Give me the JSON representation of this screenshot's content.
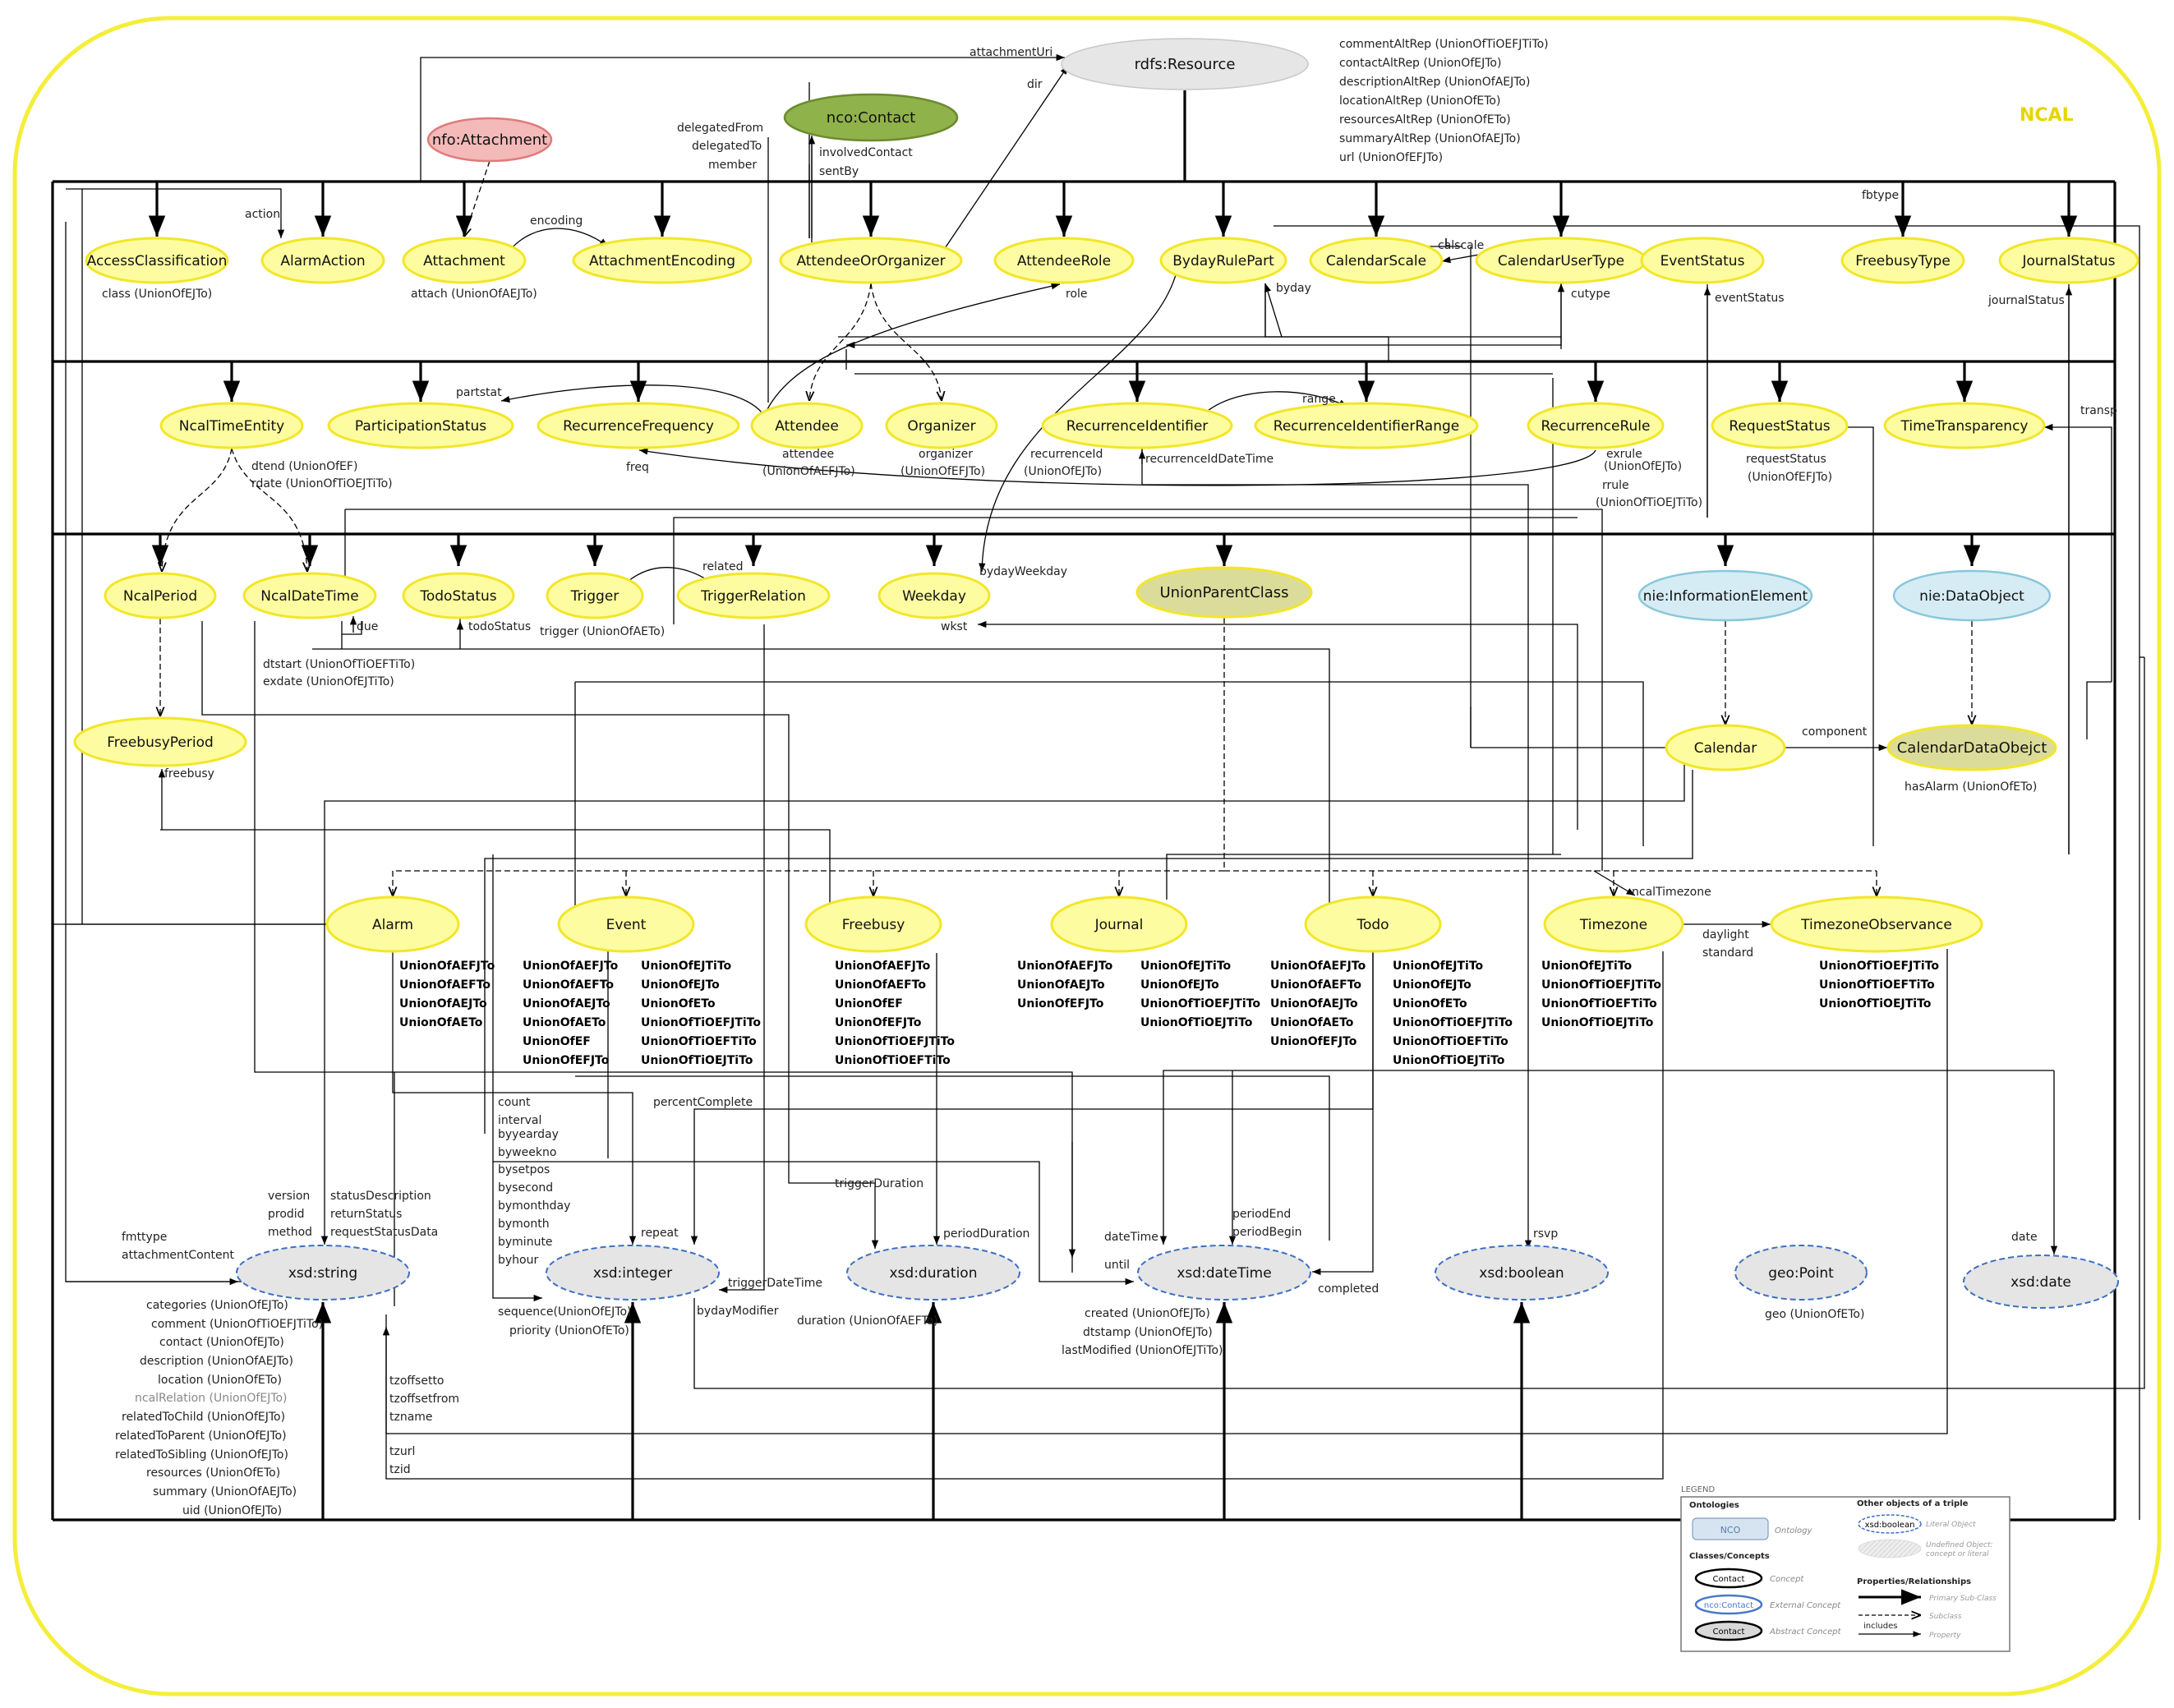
{
  "title": "NCAL",
  "nodes": [
    {
      "id": "rdfs_resource",
      "label": "rdfs:Resource",
      "kind": "undefined"
    },
    {
      "id": "nco_contact",
      "label": "nco:Contact",
      "kind": "external-green"
    },
    {
      "id": "nfo_attachment",
      "label": "nfo:Attachment",
      "kind": "external-red"
    },
    {
      "id": "access_classification",
      "label": "AccessClassification",
      "kind": "concept"
    },
    {
      "id": "alarm_action",
      "label": "AlarmAction",
      "kind": "concept"
    },
    {
      "id": "attachment",
      "label": "Attachment",
      "kind": "concept"
    },
    {
      "id": "attachment_encoding",
      "label": "AttachmentEncoding",
      "kind": "concept"
    },
    {
      "id": "attendee_or_organizer",
      "label": "AttendeeOrOrganizer",
      "kind": "concept"
    },
    {
      "id": "attendee_role",
      "label": "AttendeeRole",
      "kind": "concept"
    },
    {
      "id": "byday_rule_part",
      "label": "BydayRulePart",
      "kind": "concept"
    },
    {
      "id": "calendar_scale",
      "label": "CalendarScale",
      "kind": "concept"
    },
    {
      "id": "calendar_user_type",
      "label": "CalendarUserType",
      "kind": "concept"
    },
    {
      "id": "event_status",
      "label": "EventStatus",
      "kind": "concept"
    },
    {
      "id": "freebusy_type",
      "label": "FreebusyType",
      "kind": "concept"
    },
    {
      "id": "journal_status",
      "label": "JournalStatus",
      "kind": "concept"
    },
    {
      "id": "ncal_time_entity",
      "label": "NcalTimeEntity",
      "kind": "concept"
    },
    {
      "id": "participation_status",
      "label": "ParticipationStatus",
      "kind": "concept"
    },
    {
      "id": "recurrence_frequency",
      "label": "RecurrenceFrequency",
      "kind": "concept"
    },
    {
      "id": "attendee",
      "label": "Attendee",
      "kind": "concept"
    },
    {
      "id": "organizer",
      "label": "Organizer",
      "kind": "concept"
    },
    {
      "id": "recurrence_identifier",
      "label": "RecurrenceIdentifier",
      "kind": "concept"
    },
    {
      "id": "recurrence_identifier_range",
      "label": "RecurrenceIdentifierRange",
      "kind": "concept"
    },
    {
      "id": "recurrence_rule",
      "label": "RecurrenceRule",
      "kind": "concept"
    },
    {
      "id": "request_status",
      "label": "RequestStatus",
      "kind": "concept"
    },
    {
      "id": "time_transparency",
      "label": "TimeTransparency",
      "kind": "concept"
    },
    {
      "id": "ncal_period",
      "label": "NcalPeriod",
      "kind": "concept"
    },
    {
      "id": "ncal_date_time",
      "label": "NcalDateTime",
      "kind": "concept"
    },
    {
      "id": "todo_status",
      "label": "TodoStatus",
      "kind": "concept"
    },
    {
      "id": "trigger",
      "label": "Trigger",
      "kind": "concept"
    },
    {
      "id": "trigger_relation",
      "label": "TriggerRelation",
      "kind": "concept"
    },
    {
      "id": "weekday",
      "label": "Weekday",
      "kind": "concept"
    },
    {
      "id": "union_parent_class",
      "label": "UnionParentClass",
      "kind": "abstract"
    },
    {
      "id": "nie_information_element",
      "label": "nie:InformationElement",
      "kind": "external-blue"
    },
    {
      "id": "nie_data_object",
      "label": "nie:DataObject",
      "kind": "external-blue"
    },
    {
      "id": "freebusy_period",
      "label": "FreebusyPeriod",
      "kind": "concept"
    },
    {
      "id": "calendar",
      "label": "Calendar",
      "kind": "concept"
    },
    {
      "id": "calendar_data_object",
      "label": "CalendarDataObejct",
      "kind": "abstract"
    },
    {
      "id": "alarm",
      "label": "Alarm",
      "kind": "concept"
    },
    {
      "id": "event",
      "label": "Event",
      "kind": "concept"
    },
    {
      "id": "freebusy",
      "label": "Freebusy",
      "kind": "concept"
    },
    {
      "id": "journal",
      "label": "Journal",
      "kind": "concept"
    },
    {
      "id": "todo",
      "label": "Todo",
      "kind": "concept"
    },
    {
      "id": "timezone",
      "label": "Timezone",
      "kind": "concept"
    },
    {
      "id": "timezone_observance",
      "label": "TimezoneObservance",
      "kind": "concept"
    },
    {
      "id": "xsd_string",
      "label": "xsd:string",
      "kind": "literal"
    },
    {
      "id": "xsd_integer",
      "label": "xsd:integer",
      "kind": "literal"
    },
    {
      "id": "xsd_duration",
      "label": "xsd:duration",
      "kind": "literal"
    },
    {
      "id": "xsd_datetime",
      "label": "xsd:dateTime",
      "kind": "literal"
    },
    {
      "id": "xsd_boolean",
      "label": "xsd:boolean",
      "kind": "literal"
    },
    {
      "id": "geo_point",
      "label": "geo:Point",
      "kind": "literal"
    },
    {
      "id": "xsd_date",
      "label": "xsd:date",
      "kind": "literal"
    }
  ],
  "labels": [
    {
      "id": "l_commentAltRep",
      "text": "commentAltRep  (UnionOfTiOEFJTiTo)"
    },
    {
      "id": "l_contactAltRep",
      "text": "contactAltRep   (UnionOfEJTo)"
    },
    {
      "id": "l_descriptionAltRep",
      "text": "descriptionAltRep  (UnionOfAEJTo)"
    },
    {
      "id": "l_locationAltRep",
      "text": "locationAltRep  (UnionOfETo)"
    },
    {
      "id": "l_resourcesAltRep",
      "text": "resourcesAltRep  (UnionOfETo)"
    },
    {
      "id": "l_summaryAltRep",
      "text": "summaryAltRep  (UnionOfAEJTo)"
    },
    {
      "id": "l_url",
      "text": "url  (UnionOfEFJTo)"
    },
    {
      "id": "l_attachmentUri",
      "text": "attachmentUri"
    },
    {
      "id": "l_dir",
      "text": "dir"
    },
    {
      "id": "l_delegatedFrom",
      "text": "delegatedFrom"
    },
    {
      "id": "l_delegatedTo",
      "text": "delegatedTo"
    },
    {
      "id": "l_member",
      "text": "member"
    },
    {
      "id": "l_involvedContact",
      "text": "involvedContact"
    },
    {
      "id": "l_sentBy",
      "text": "sentBy"
    },
    {
      "id": "l_action",
      "text": "action"
    },
    {
      "id": "l_encoding",
      "text": "encoding"
    },
    {
      "id": "l_fbtype",
      "text": "fbtype"
    },
    {
      "id": "l_calscale",
      "text": "calscale"
    },
    {
      "id": "l_class",
      "text": "class  (UnionOfEJTo)"
    },
    {
      "id": "l_attach",
      "text": "attach (UnionOfAEJTo)"
    },
    {
      "id": "l_role",
      "text": "role"
    },
    {
      "id": "l_byday",
      "text": "byday"
    },
    {
      "id": "l_cutype",
      "text": "cutype"
    },
    {
      "id": "l_eventStatus",
      "text": "eventStatus"
    },
    {
      "id": "l_journalStatus",
      "text": "journalStatus"
    },
    {
      "id": "l_partstat",
      "text": "partstat"
    },
    {
      "id": "l_range",
      "text": "range"
    },
    {
      "id": "l_transp",
      "text": "transp"
    },
    {
      "id": "l_dtend",
      "text": "dtend  (UnionOfEF)"
    },
    {
      "id": "l_rdate",
      "text": "rdate  (UnionOfTiOEJTiTo)"
    },
    {
      "id": "l_freq",
      "text": "freq"
    },
    {
      "id": "l_attendee",
      "text": "attendee"
    },
    {
      "id": "l_attendee_u",
      "text": "(UnionOfAEFJTo)"
    },
    {
      "id": "l_organizer",
      "text": "organizer"
    },
    {
      "id": "l_organizer_u",
      "text": "(UnionOfEFJTo)"
    },
    {
      "id": "l_recurrenceId",
      "text": "recurrenceId"
    },
    {
      "id": "l_recurrenceId_u",
      "text": "(UnionOfEJTo)"
    },
    {
      "id": "l_recurrenceIdDateTime",
      "text": "recurrenceIdDateTime"
    },
    {
      "id": "l_exrule",
      "text": "exrule"
    },
    {
      "id": "l_exrule_u",
      "text": "(UnionOfEJTo)"
    },
    {
      "id": "l_rrule",
      "text": "rrule"
    },
    {
      "id": "l_rrule_u",
      "text": "(UnionOfTiOEJTiTo)"
    },
    {
      "id": "l_requestStatus",
      "text": "requestStatus"
    },
    {
      "id": "l_requestStatus_u",
      "text": "(UnionOfEFJTo)"
    },
    {
      "id": "l_related",
      "text": "related"
    },
    {
      "id": "l_bydayWeekday",
      "text": "bydayWeekday"
    },
    {
      "id": "l_due",
      "text": "due"
    },
    {
      "id": "l_todoStatus",
      "text": "todoStatus"
    },
    {
      "id": "l_trigger",
      "text": "trigger  (UnionOfAETo)"
    },
    {
      "id": "l_wkst",
      "text": "wkst"
    },
    {
      "id": "l_dtstart",
      "text": "dtstart  (UnionOfTiOEFTiTo)"
    },
    {
      "id": "l_exdate",
      "text": "exdate  (UnionOfEJTiTo)"
    },
    {
      "id": "l_freebusy",
      "text": "freebusy"
    },
    {
      "id": "l_component",
      "text": "component"
    },
    {
      "id": "l_hasAlarm",
      "text": "hasAlarm  (UnionOfETo)"
    },
    {
      "id": "l_ncalTimezone",
      "text": "ncalTimezone"
    },
    {
      "id": "l_daylight",
      "text": "daylight"
    },
    {
      "id": "l_standard",
      "text": "standard"
    },
    {
      "id": "l_percentComplete",
      "text": "percentComplete"
    },
    {
      "id": "l_count",
      "text": "count"
    },
    {
      "id": "l_interval",
      "text": "interval"
    },
    {
      "id": "l_byyearday",
      "text": "byyearday"
    },
    {
      "id": "l_byweekno",
      "text": "byweekno"
    },
    {
      "id": "l_bysetpos",
      "text": "bysetpos"
    },
    {
      "id": "l_bysecond",
      "text": "bysecond"
    },
    {
      "id": "l_bymonthday",
      "text": "bymonthday"
    },
    {
      "id": "l_bymonth",
      "text": "bymonth"
    },
    {
      "id": "l_byminute",
      "text": "byminute"
    },
    {
      "id": "l_byhour",
      "text": "byhour"
    },
    {
      "id": "l_triggerDuration",
      "text": "triggerDuration"
    },
    {
      "id": "l_periodDuration",
      "text": "periodDuration"
    },
    {
      "id": "l_dateTime",
      "text": "dateTime"
    },
    {
      "id": "l_until",
      "text": "until"
    },
    {
      "id": "l_periodEnd",
      "text": "periodEnd"
    },
    {
      "id": "l_periodBegin",
      "text": "periodBegin"
    },
    {
      "id": "l_completed",
      "text": "completed"
    },
    {
      "id": "l_rsvp",
      "text": "rsvp"
    },
    {
      "id": "l_date",
      "text": "date"
    },
    {
      "id": "l_version",
      "text": "version"
    },
    {
      "id": "l_prodid",
      "text": "prodid"
    },
    {
      "id": "l_method",
      "text": "method"
    },
    {
      "id": "l_statusDescription",
      "text": "statusDescription"
    },
    {
      "id": "l_returnStatus",
      "text": "returnStatus"
    },
    {
      "id": "l_requestStatusData",
      "text": "requestStatusData"
    },
    {
      "id": "l_repeat",
      "text": "repeat"
    },
    {
      "id": "l_fmttype",
      "text": "fmttype"
    },
    {
      "id": "l_attachmentContent",
      "text": "attachmentContent"
    },
    {
      "id": "l_triggerDateTime",
      "text": "triggerDateTime"
    },
    {
      "id": "l_bydayModifier",
      "text": "bydayModifier"
    },
    {
      "id": "l_sequence",
      "text": "sequence(UnionOfEJTo)"
    },
    {
      "id": "l_priority",
      "text": "priority  (UnionOfETo)"
    },
    {
      "id": "l_duration",
      "text": "duration  (UnionOfAEFTo)"
    },
    {
      "id": "l_created",
      "text": "created  (UnionOfEJTo)"
    },
    {
      "id": "l_dtstamp",
      "text": "dtstamp  (UnionOfEJTo)"
    },
    {
      "id": "l_lastModified",
      "text": "lastModified  (UnionOfEJTiTo)"
    },
    {
      "id": "l_geo",
      "text": "geo  (UnionOfETo)"
    },
    {
      "id": "l_tzoffsetto",
      "text": "tzoffsetto"
    },
    {
      "id": "l_tzoffsetfrom",
      "text": "tzoffsetfrom"
    },
    {
      "id": "l_tzname",
      "text": "tzname"
    },
    {
      "id": "l_tzurl",
      "text": "tzurl"
    },
    {
      "id": "l_tzid",
      "text": "tzid"
    },
    {
      "id": "l_categories",
      "text": "categories  (UnionOfEJTo)"
    },
    {
      "id": "l_comment",
      "text": "comment  (UnionOfTiOEFJTiTo)"
    },
    {
      "id": "l_contact",
      "text": "contact  (UnionOfEJTo)"
    },
    {
      "id": "l_description",
      "text": "description  (UnionOfAEJTo)"
    },
    {
      "id": "l_location",
      "text": "location  (UnionOfETo)"
    },
    {
      "id": "l_ncalRelation",
      "text": "ncalRelation  (UnionOfEJTo)"
    },
    {
      "id": "l_relatedToChild",
      "text": "relatedToChild  (UnionOfEJTo)"
    },
    {
      "id": "l_relatedToParent",
      "text": "relatedToParent  (UnionOfEJTo)"
    },
    {
      "id": "l_relatedToSibling",
      "text": "relatedToSibling  (UnionOfEJTo)"
    },
    {
      "id": "l_resources",
      "text": "resources  (UnionOfETo)"
    },
    {
      "id": "l_summary",
      "text": "summary  (UnionOfAEJTo)"
    },
    {
      "id": "l_uid",
      "text": "uid  (UnionOfEJTo)"
    }
  ],
  "union_lists": {
    "alarm": [
      "UnionOfAEFJTo",
      "UnionOfAEFTo",
      "UnionOfAEJTo",
      "UnionOfAETo"
    ],
    "event_a": [
      "UnionOfAEFJTo",
      "UnionOfAEFTo",
      "UnionOfAEJTo",
      "UnionOfAETo",
      "UnionOfEF",
      "UnionOfEFJTo"
    ],
    "event_b": [
      "UnionOfEJTiTo",
      "UnionOfEJTo",
      "UnionOfETo",
      "UnionOfTiOEFJTiTo",
      "UnionOfTiOEFTiTo",
      "UnionOfTiOEJTiTo"
    ],
    "freebusy": [
      "UnionOfAEFJTo",
      "UnionOfAEFTo",
      "UnionOfEF",
      "UnionOfEFJTo",
      "UnionOfTiOEFJTiTo",
      "UnionOfTiOEFTiTo"
    ],
    "journal_a": [
      "UnionOfAEFJTo",
      "UnionOfAEJTo",
      "UnionOfEFJTo"
    ],
    "journal_b": [
      "UnionOfEJTiTo",
      "UnionOfEJTo",
      "UnionOfTiOEFJTiTo",
      "UnionOfTiOEJTiTo"
    ],
    "todo_a": [
      "UnionOfAEFJTo",
      "UnionOfAEFTo",
      "UnionOfAEJTo",
      "UnionOfAETo",
      "UnionOfEFJTo"
    ],
    "todo_b": [
      "UnionOfEJTiTo",
      "UnionOfEJTo",
      "UnionOfETo",
      "UnionOfTiOEFJTiTo",
      "UnionOfTiOEFTiTo",
      "UnionOfTiOEJTiTo"
    ],
    "timezone": [
      "UnionOfEJTiTo",
      "UnionOfTiOEFJTiTo",
      "UnionOfTiOEFTiTo",
      "UnionOfTiOEJTiTo"
    ],
    "timezone_observance": [
      "UnionOfTiOEFJTiTo",
      "UnionOfTiOEFTiTo",
      "UnionOfTiOEJTiTo"
    ]
  },
  "legend": {
    "title": "LEGEND",
    "ontologies_heading": "Ontologies",
    "ontology_box": "NCO",
    "ontology_desc": "Ontology",
    "classes_heading": "Classes/Concepts",
    "concept_box": "Contact",
    "concept_desc": "Concept",
    "external_box": "nco:Contact",
    "external_desc": "External Concept",
    "abstract_box": "Contact",
    "abstract_desc": "Abstract Concept",
    "other_heading": "Other objects of a triple",
    "literal_box": "xsd:boolean",
    "literal_desc": "Literal Object",
    "undefined_desc_1": "Undefined Object:",
    "undefined_desc_2": "concept or literal",
    "props_heading": "Properties/Relationships",
    "primary_desc": "Primary Sub-Class",
    "subclass_desc": "Subclass",
    "includes_text": "includes",
    "property_desc": "Property"
  },
  "colors": {
    "frame": "#f4ee3a",
    "concept_fill": "#fdfca0",
    "concept_stroke": "#f2e629",
    "abstract_fill": "#dcdc9a",
    "green_fill": "#8fb24a",
    "red_fill": "#f4b9b9",
    "blue_fill": "#d6ecf4",
    "literal_fill": "#e5e5e5",
    "literal_stroke": "#3d6fc4",
    "title_color": "#e8d400"
  }
}
